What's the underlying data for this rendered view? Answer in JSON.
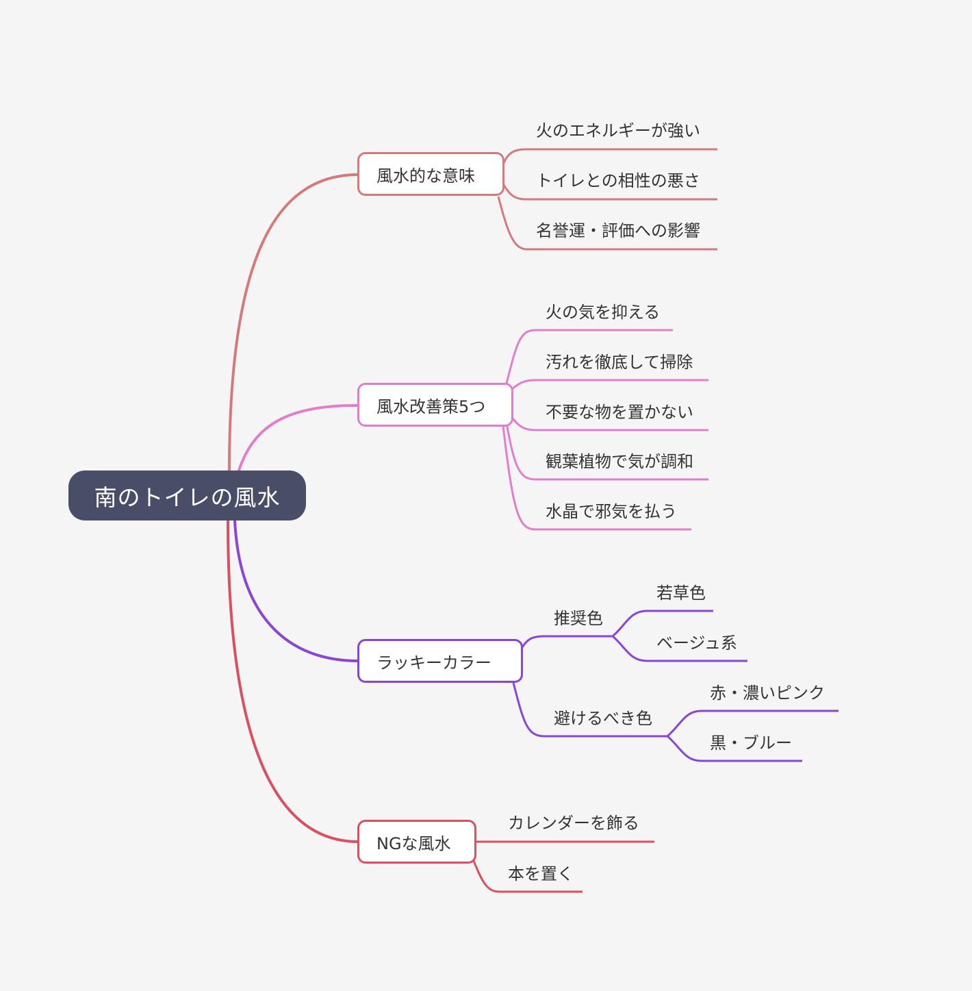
{
  "root": {
    "label": "南のトイレの風水",
    "color": "#4a4d68"
  },
  "branches": [
    {
      "label": "風水的な意味",
      "color": "#d47a7a",
      "children": [
        {
          "label": "火のエネルギーが強い"
        },
        {
          "label": "トイレとの相性の悪さ"
        },
        {
          "label": "名誉運・評価への影響"
        }
      ]
    },
    {
      "label": "風水改善策5つ",
      "color": "#e27ccc",
      "children": [
        {
          "label": "火の気を抑える"
        },
        {
          "label": "汚れを徹底して掃除"
        },
        {
          "label": "不要な物を置かない"
        },
        {
          "label": "観葉植物で気が調和"
        },
        {
          "label": "水晶で邪気を払う"
        }
      ]
    },
    {
      "label": "ラッキーカラー",
      "color": "#8a44d8",
      "children": [
        {
          "label": "推奨色",
          "children": [
            {
              "label": "若草色"
            },
            {
              "label": "ベージュ系"
            }
          ]
        },
        {
          "label": "避けるべき色",
          "children": [
            {
              "label": "赤・濃いピンク"
            },
            {
              "label": "黒・ブルー"
            }
          ]
        }
      ]
    },
    {
      "label": "NGな風水",
      "color": "#d9505f",
      "children": [
        {
          "label": "カレンダーを飾る"
        },
        {
          "label": "本を置く"
        }
      ]
    }
  ]
}
